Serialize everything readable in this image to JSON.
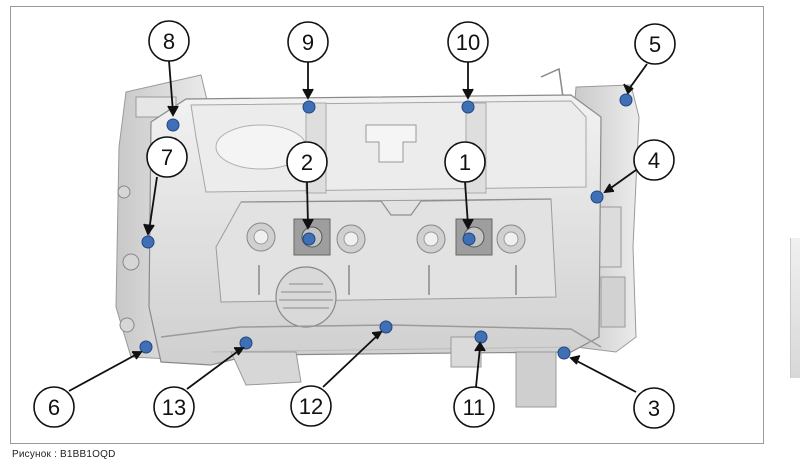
{
  "figure": {
    "caption": "Рисунок : B1BB1OQD"
  },
  "callouts": [
    {
      "label": "1"
    },
    {
      "label": "2"
    },
    {
      "label": "3"
    },
    {
      "label": "4"
    },
    {
      "label": "5"
    },
    {
      "label": "6"
    },
    {
      "label": "7"
    },
    {
      "label": "8"
    },
    {
      "label": "9"
    },
    {
      "label": "10"
    },
    {
      "label": "11"
    },
    {
      "label": "12"
    },
    {
      "label": "13"
    }
  ],
  "colors": {
    "bolt": "#3f6fb5",
    "line": "#111111",
    "casting": "#e4e4e4",
    "casting_shadow": "#bdbdbd"
  }
}
